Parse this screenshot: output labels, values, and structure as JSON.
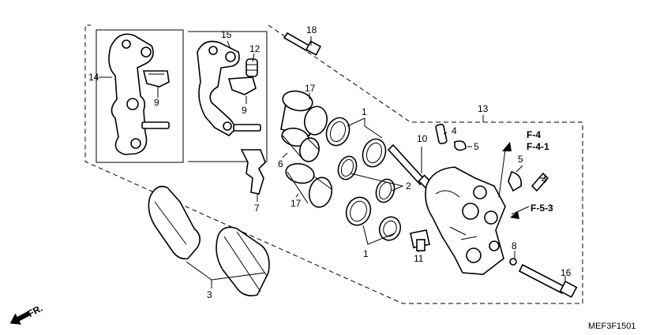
{
  "callouts": {
    "c1a": "1",
    "c1b": "1",
    "c2": "2",
    "c3": "3",
    "c4a": "4",
    "c4b": "4",
    "c5a": "5",
    "c5b": "5",
    "c6": "6",
    "c7": "7",
    "c8": "8",
    "c9a": "9",
    "c9b": "9",
    "c10": "10",
    "c11": "11",
    "c12": "12",
    "c13": "13",
    "c14": "14",
    "c15": "15",
    "c16": "16",
    "c17a": "17",
    "c17b": "17",
    "c18": "18"
  },
  "refs": {
    "f4": "F-4",
    "f41": "F-4-1",
    "f53": "F-5-3"
  },
  "direction": "FR.",
  "drawing_code": "MEF3F1501"
}
